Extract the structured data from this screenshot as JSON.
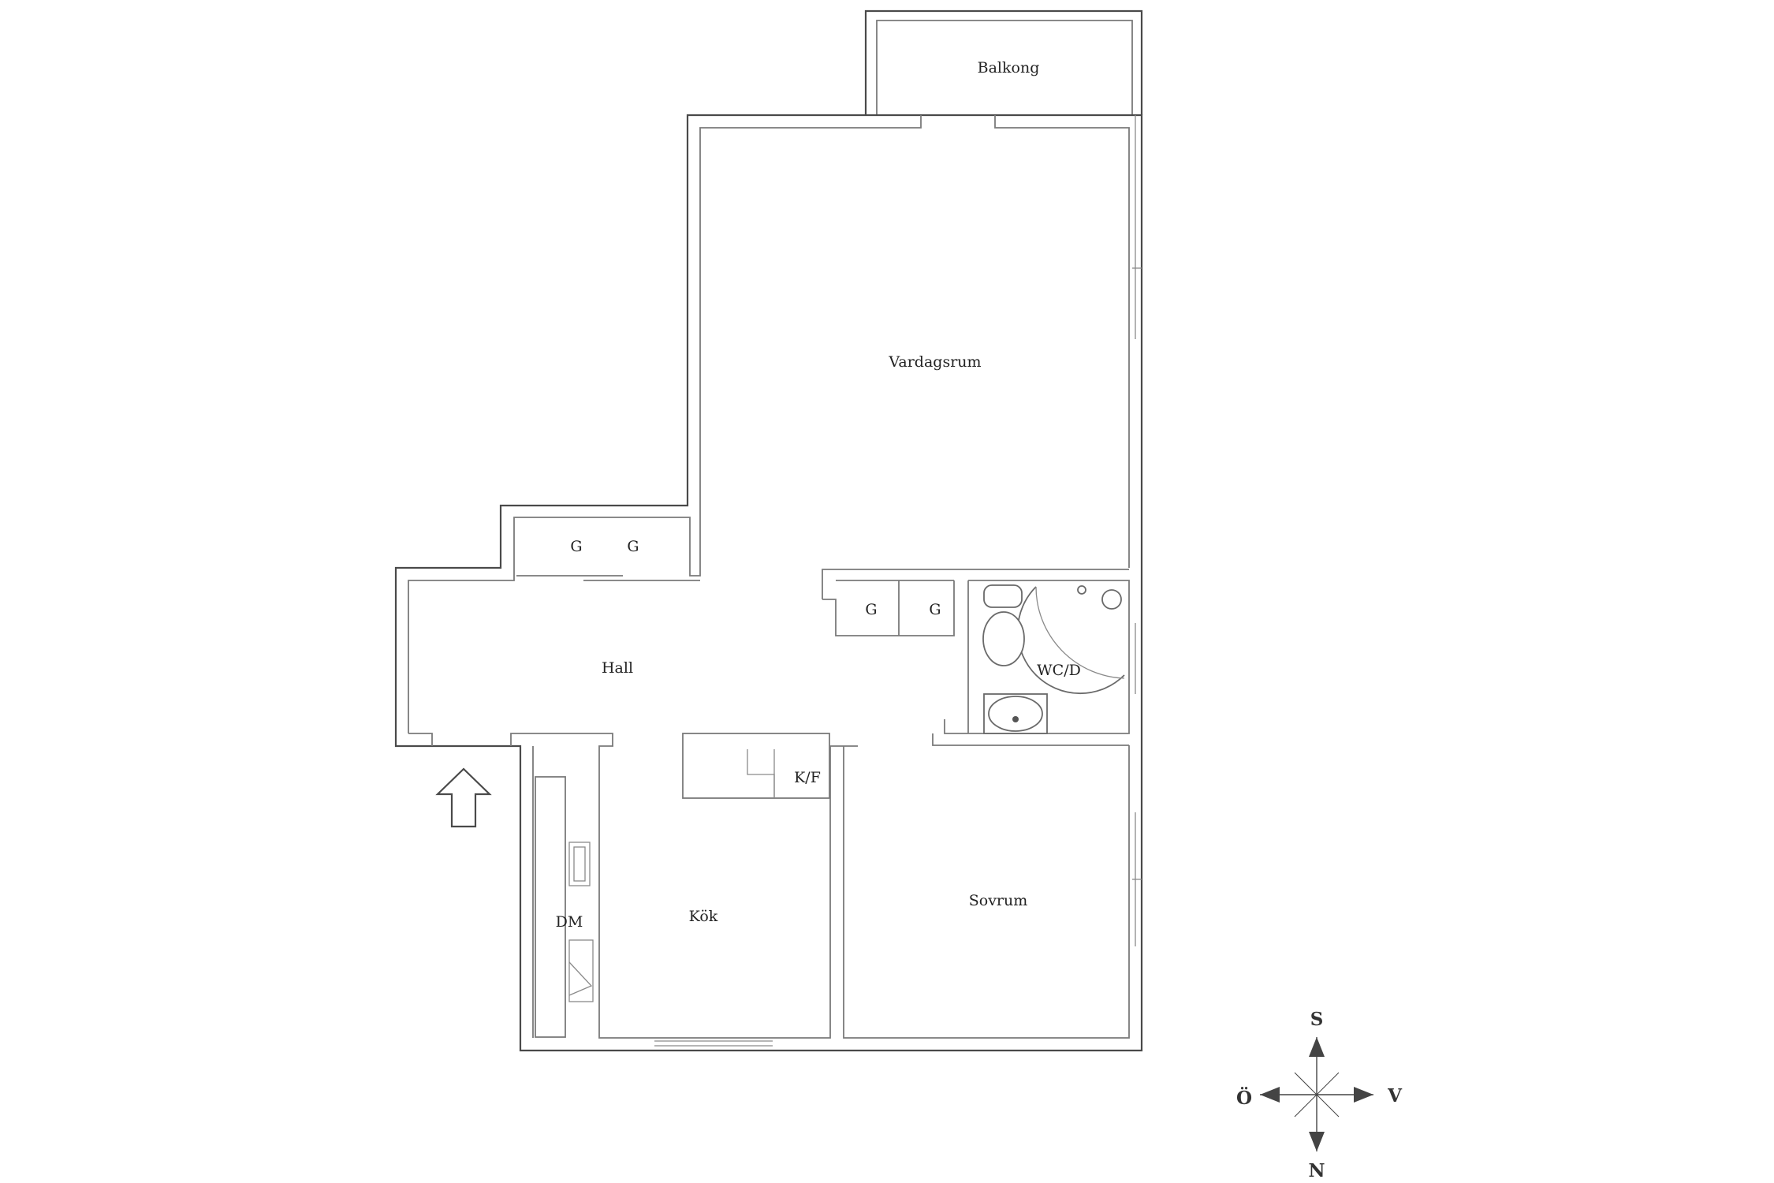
{
  "rooms": {
    "balkong": "Balkong",
    "vardagsrum": "Vardagsrum",
    "hall": "Hall",
    "kok": "Kök",
    "sovrum": "Sovrum",
    "wc": "WC/D",
    "dm": "DM",
    "kf": "K/F"
  },
  "closets": {
    "hall_left": "G",
    "hall_right": "G",
    "corridor_left": "G",
    "corridor_right": "G"
  },
  "compass": {
    "north": "N",
    "south": "S",
    "east": "Ö",
    "west": "V"
  },
  "colors": {
    "wall": "#4a4a4a",
    "compass": "#444444"
  },
  "entrance_icon": "up-arrow-icon"
}
